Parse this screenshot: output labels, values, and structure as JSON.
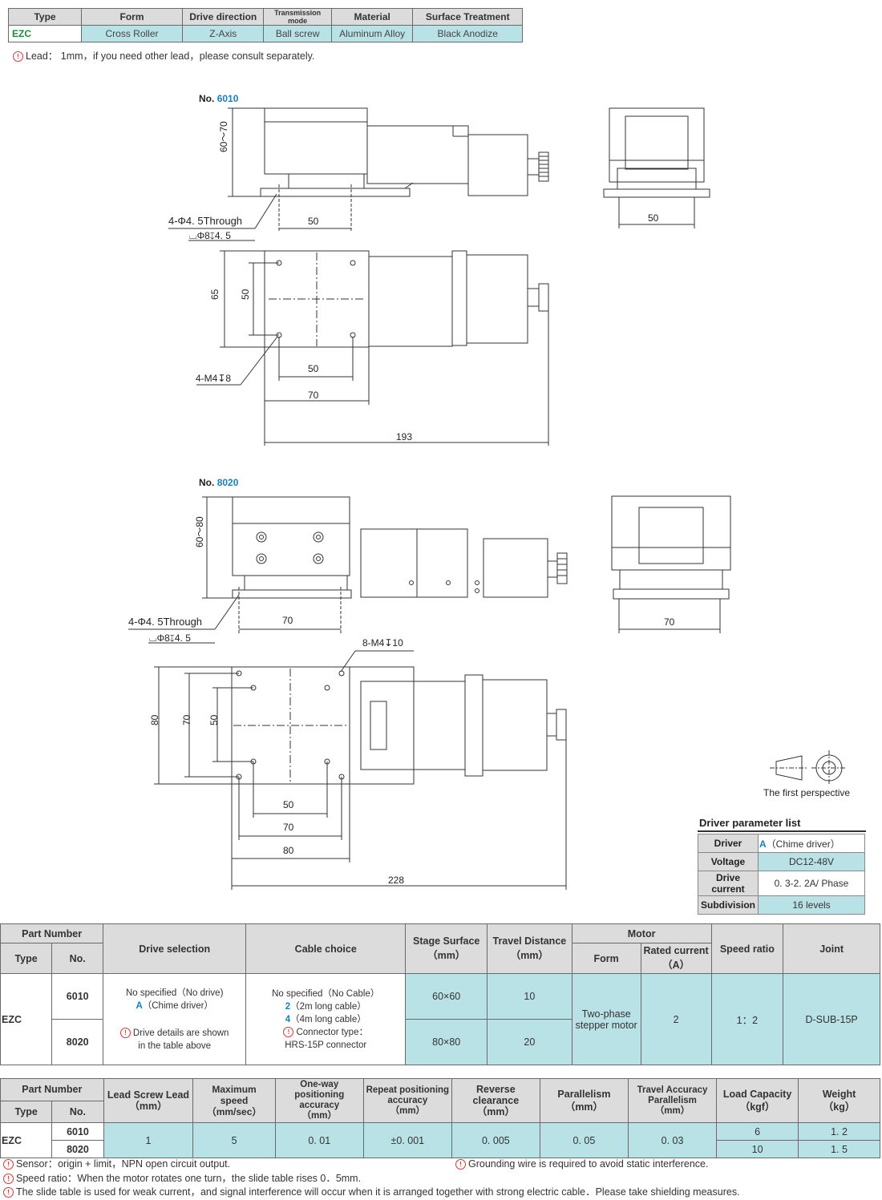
{
  "spec_table": {
    "headers": [
      "Type",
      "Form",
      "Drive direction",
      "Transmission mode",
      "Material",
      "Surface Treatment"
    ],
    "values": [
      "EZC",
      "Cross  Roller",
      "Z-Axis",
      "Ball screw",
      "Aluminum Alloy",
      "Black Anodize"
    ]
  },
  "lead_note": "Lead： 1mm，if you need other lead，please consult separately.",
  "drawing_6010": {
    "no_prefix": "No.",
    "no_value": "6010",
    "height_range": "60～70",
    "hole_spec_1": "4-Φ4. 5Through",
    "hole_spec_2": "⌴Φ8↧4. 5",
    "dim_50_side": "50",
    "dim_50_end": "50",
    "dim_65": "65",
    "dim_50_v": "50",
    "thread_spec": "4-M4↧8",
    "dim_50_top": "50",
    "dim_70": "70",
    "dim_193": "193"
  },
  "drawing_8020": {
    "no_prefix": "No.",
    "no_value": "8020",
    "height_range": "60～80",
    "hole_spec_1": "4-Φ4. 5Through",
    "hole_spec_2": "⌴Φ8↧4. 5",
    "dim_70_side": "70",
    "dim_70_end": "70",
    "thread_spec": "8-M4↧10",
    "dim_80_v": "80",
    "dim_70_v": "70",
    "dim_50_v": "50",
    "dim_50_h": "50",
    "dim_70_h": "70",
    "dim_80_h": "80",
    "dim_228": "228"
  },
  "perspective_label": "The first perspective",
  "driver_params": {
    "title": "Driver parameter list",
    "rows": [
      {
        "key": "Driver",
        "code": "A",
        "value": "（Chime driver）"
      },
      {
        "key": "Voltage",
        "code": "",
        "value": "DC12-48V"
      },
      {
        "key": "Drive current",
        "code": "",
        "value": "0. 3-2. 2A/ Phase"
      },
      {
        "key": "Subdivision",
        "code": "",
        "value": "16  levels"
      }
    ]
  },
  "order_table": {
    "part_number": "Part Number",
    "type_h": "Type",
    "no_h": "No.",
    "drive_selection": "Drive selection",
    "cable_choice": "Cable choice",
    "stage_surface": "Stage Surface",
    "stage_unit": "（mm）",
    "travel_distance": "Travel Distance",
    "travel_unit": "（mm）",
    "motor": "Motor",
    "form": "Form",
    "rated_current": "Rated current",
    "rated_unit": "（A）",
    "speed_ratio": "Speed ratio",
    "joint": "Joint",
    "type_value": "EZC",
    "nos": [
      "6010",
      "8020"
    ],
    "drive_1": "No specified（No drive)",
    "drive_2_code": "A",
    "drive_2": "（Chime driver）",
    "drive_note_1": "Drive details are shown",
    "drive_note_2": "in the table above",
    "cable_1": "No specified（No Cable）",
    "cable_2_code": "2",
    "cable_2": "（2m long cable）",
    "cable_3_code": "4",
    "cable_3": "（4m long cable）",
    "cable_note_1": "Connector type：",
    "cable_note_2": "HRS-15P connector",
    "stage_values": [
      "60×60",
      "80×80"
    ],
    "travel_values": [
      "10",
      "20"
    ],
    "motor_form_1": "Two-phase",
    "motor_form_2": "stepper motor",
    "rated_value": "2",
    "speed_value": "1：2",
    "joint_value": "D-SUB-15P"
  },
  "perf_table": {
    "part_number": "Part Number",
    "type_h": "Type",
    "no_h": "No.",
    "lead_screw": "Lead Screw Lead",
    "lead_unit": "（mm）",
    "max_speed_1": "Maximum",
    "max_speed_2": "speed",
    "max_speed_unit": "（mm/sec）",
    "oneway_1": "One-way positioning",
    "oneway_2": "accuracy",
    "oneway_unit": "（mm）",
    "repeat_1": "Repeat positioning",
    "repeat_2": "accuracy",
    "repeat_unit": "（mm）",
    "reverse_1": "Reverse",
    "reverse_2": "clearance",
    "reverse_unit": "（mm）",
    "parallelism": "Parallelism",
    "parallelism_unit": "（mm）",
    "travel_acc_1": "Travel Accuracy",
    "travel_acc_2": "Parallelism",
    "travel_acc_unit": "（mm）",
    "load_capacity": "Load Capacity",
    "load_unit": "（kgf）",
    "weight": "Weight",
    "weight_unit": "（kg）",
    "type_value": "EZC",
    "nos": [
      "6010",
      "8020"
    ],
    "lead_value": "1",
    "speed_value": "5",
    "oneway_value": "0. 01",
    "repeat_value": "±0. 001",
    "reverse_value": "0. 005",
    "parallelism_value": "0. 05",
    "travel_acc_value": "0. 03",
    "load_values": [
      "6",
      "10"
    ],
    "weight_values": [
      "1. 2",
      "1. 5"
    ]
  },
  "footer_notes": {
    "sensor": "Sensor：origin + limit，NPN open circuit output.",
    "grounding": "Grounding wire is required to avoid static interference.",
    "speed": "Speed ratio：When the motor rotates one turn，the slide table rises 0．5mm.",
    "slide": "The slide table is used for weak current，and signal interference will occur when it is arranged together with strong electric cable．Please take shielding measures."
  }
}
